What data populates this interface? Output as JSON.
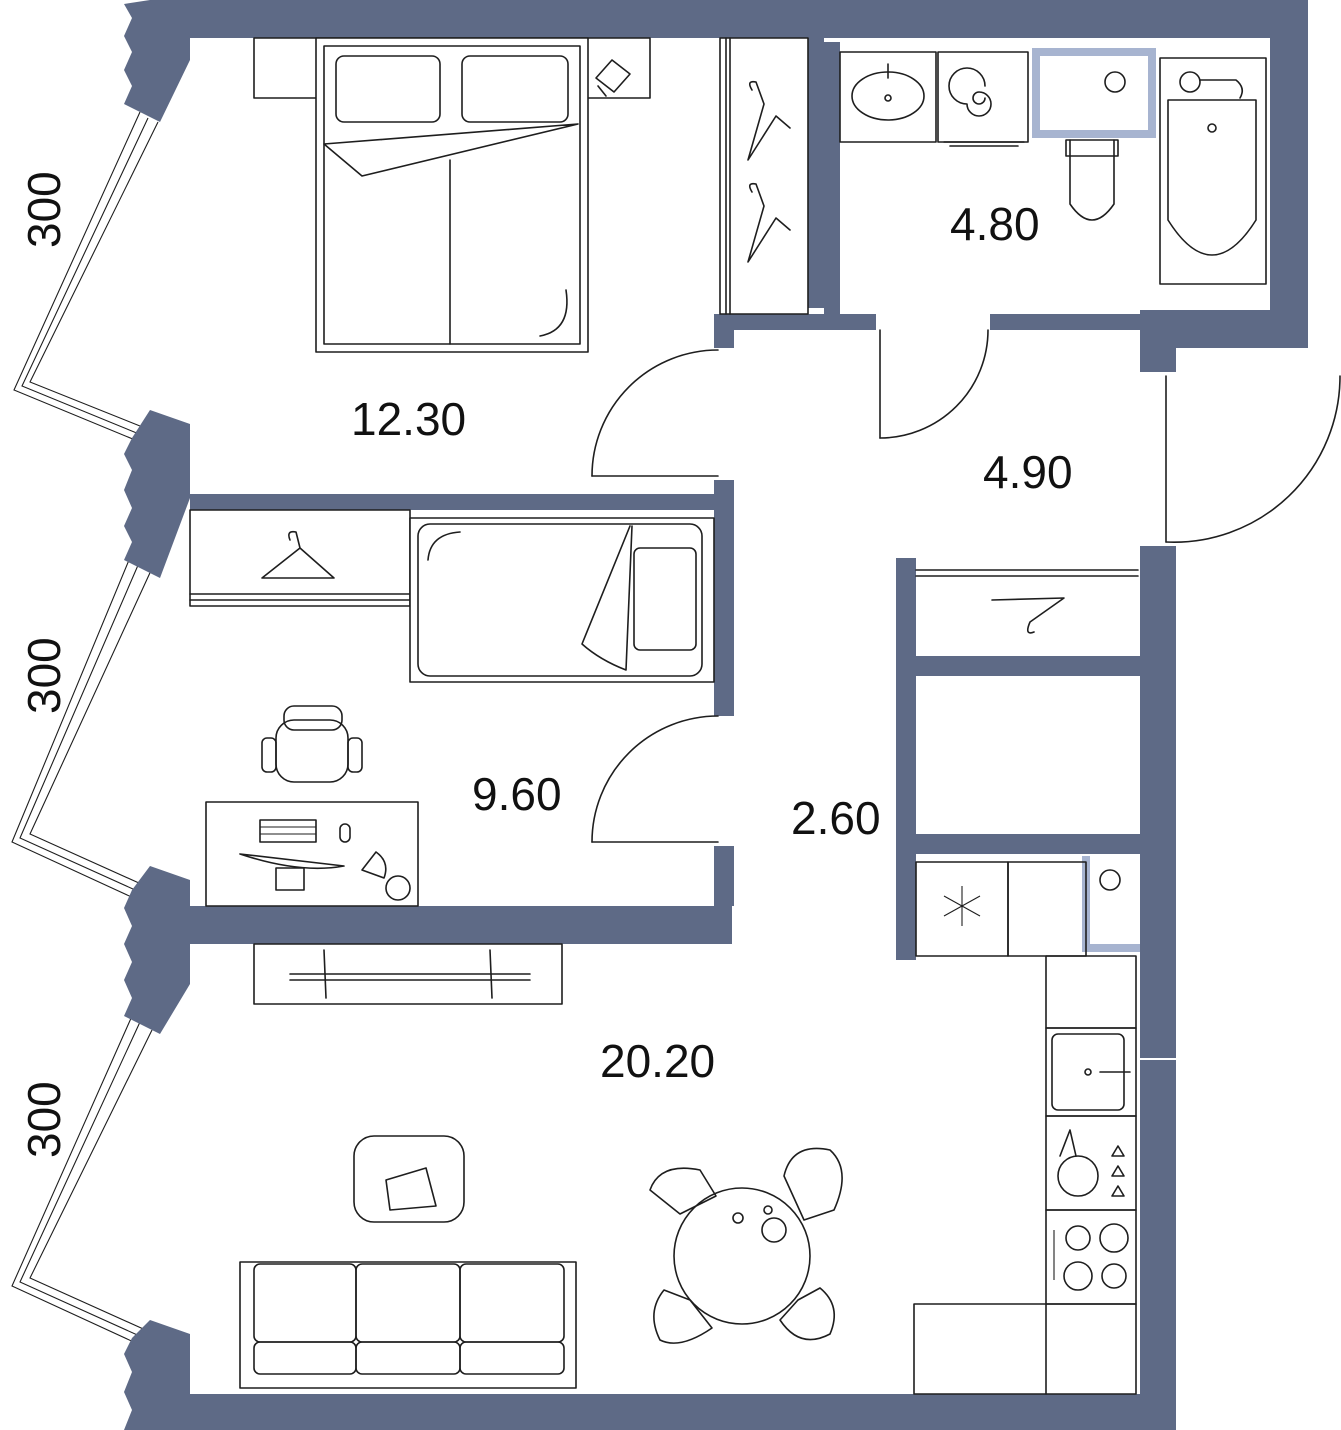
{
  "plan": {
    "wall_color": "#5e6a86",
    "wet_zone_color": "#a7b4d0",
    "rooms": [
      {
        "id": "bedroom",
        "area": "12.30"
      },
      {
        "id": "bathroom",
        "area": "4.80"
      },
      {
        "id": "hallway",
        "area": "4.90"
      },
      {
        "id": "children-room",
        "area": "9.60"
      },
      {
        "id": "storage",
        "area": "2.60"
      },
      {
        "id": "living-kitchen",
        "area": "20.20"
      }
    ],
    "window_dimensions": [
      "300",
      "300",
      "300"
    ]
  }
}
